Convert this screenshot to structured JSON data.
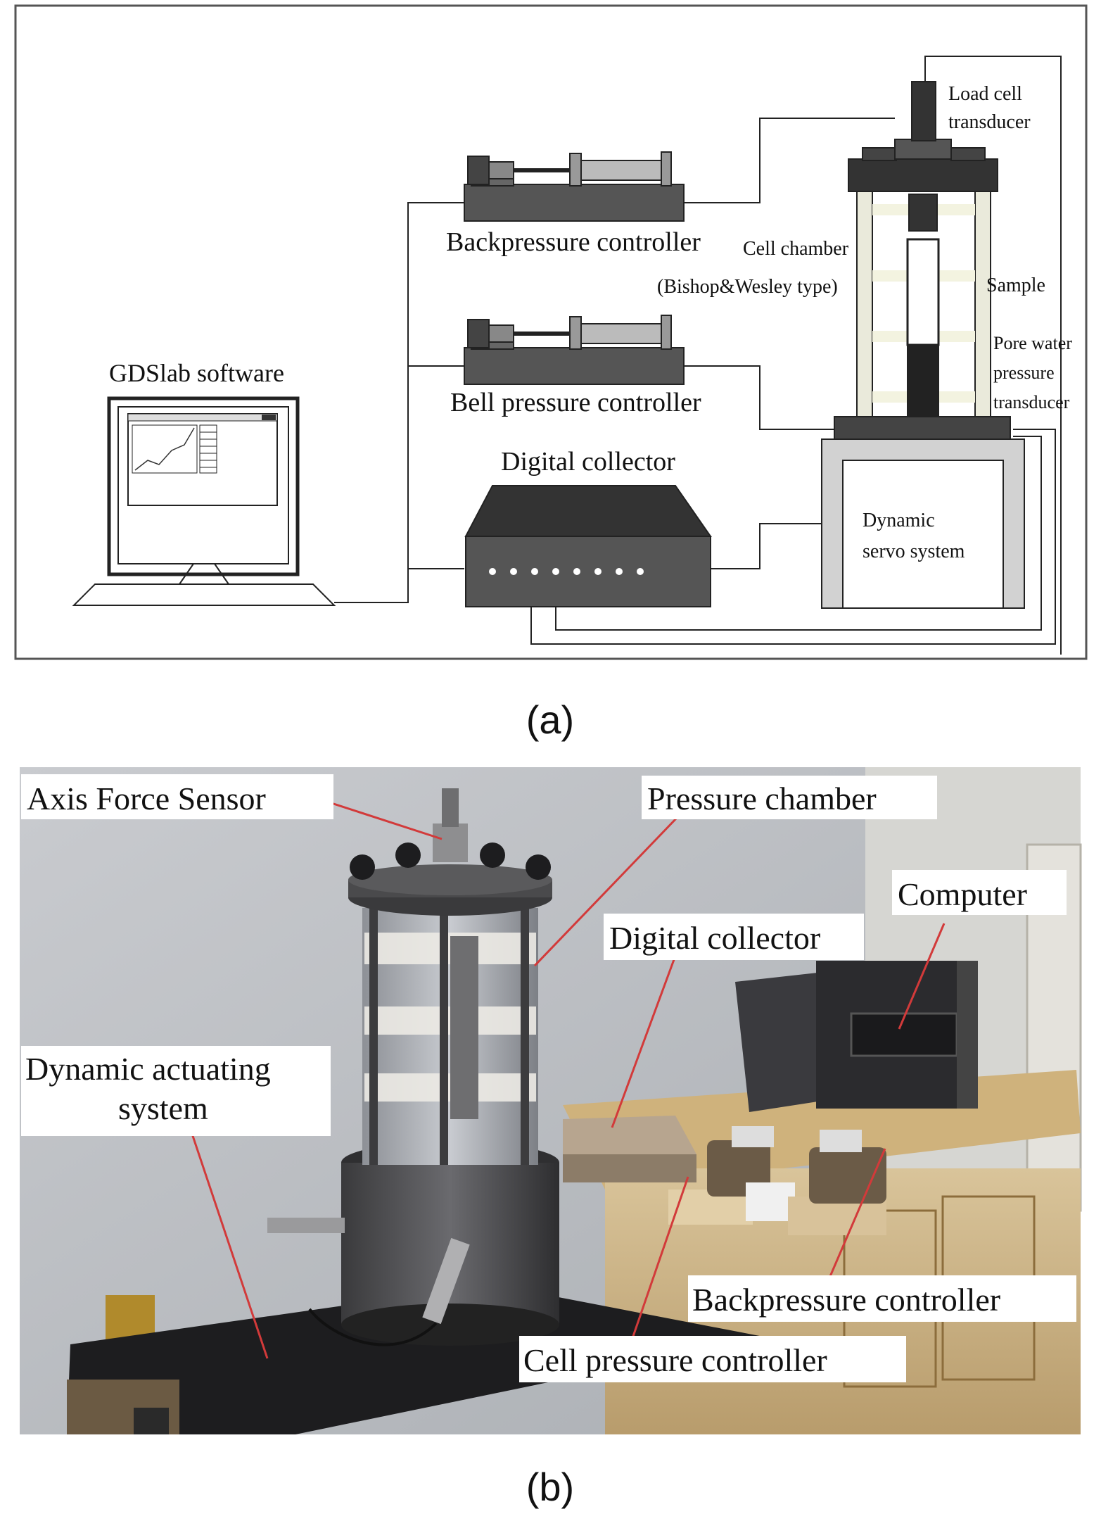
{
  "panel_a": {
    "caption": "(a)",
    "labels": {
      "software": "GDSlab software",
      "backpressure": "Backpressure controller",
      "bell_pressure": "Bell pressure controller",
      "digital_collector": "Digital collector",
      "load_cell_1": "Load cell",
      "load_cell_2": "transducer",
      "cell_chamber_1": "Cell chamber",
      "cell_chamber_2": "(Bishop&Wesley type)",
      "sample": "Sample",
      "pore_1": "Pore water",
      "pore_2": "pressure",
      "pore_3": "transducer",
      "servo_1": "Dynamic",
      "servo_2": "servo system"
    }
  },
  "panel_b": {
    "caption": "(b)",
    "labels": {
      "axis_force": "Axis Force Sensor",
      "pressure_chamber": "Pressure chamber",
      "computer": "Computer",
      "digital_collector": "Digital collector",
      "dynamic_1": "Dynamic actuating",
      "dynamic_2": "system",
      "backpressure": "Backpressure controller",
      "cell_pressure": "Cell pressure controller"
    }
  }
}
